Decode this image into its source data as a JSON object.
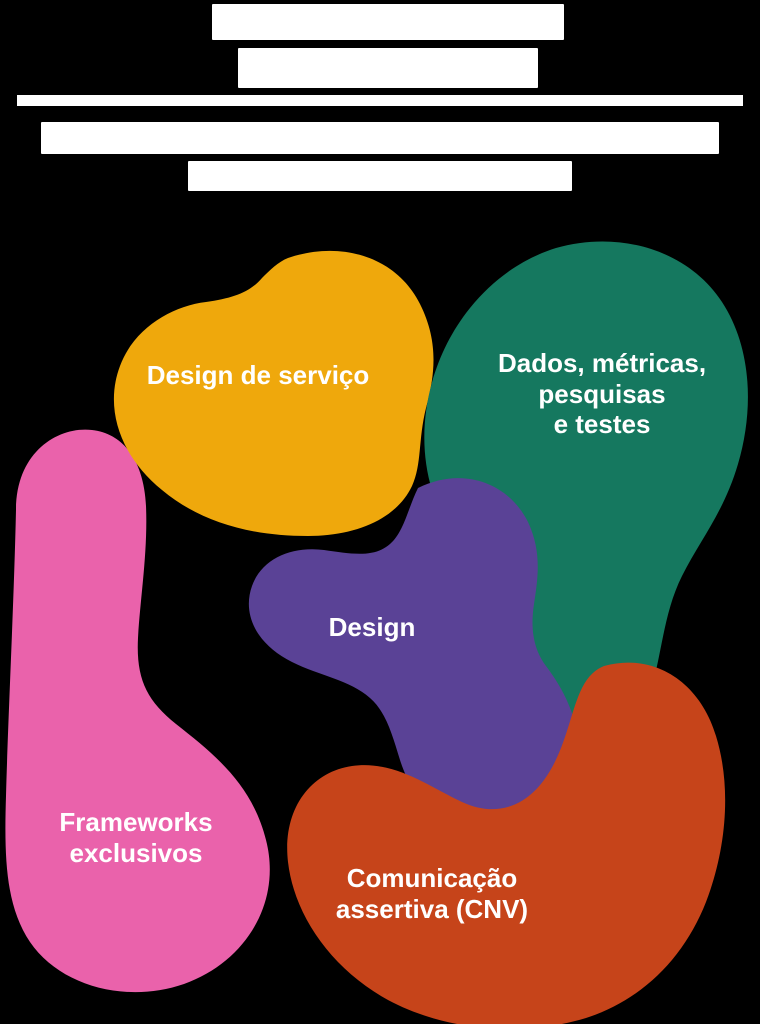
{
  "background_color": "#000000",
  "header": {
    "title_lines": [
      "[texto ocultado]",
      "[texto ocultado]"
    ],
    "subtitle_lines": [
      "[texto ocultado]",
      "[texto ocultado]"
    ],
    "divider_color": "#ffffff",
    "redaction_color": "#ffffff",
    "state": "obscured"
  },
  "diagram": {
    "type": "organic-blob-cluster",
    "count": 5,
    "label_color": "#ffffff",
    "blobs": [
      {
        "id": "design-de-servico",
        "label": "Design de serviço",
        "color": "#EFA80C",
        "position": "top-left"
      },
      {
        "id": "dados-metricas",
        "label": "Dados, métricas,\npesquisas\ne testes",
        "color": "#15785F",
        "position": "top-right"
      },
      {
        "id": "design",
        "label": "Design",
        "color": "#5A4296",
        "position": "center"
      },
      {
        "id": "frameworks-exclusivos",
        "label": "Frameworks\nexclusivos",
        "color": "#EA62AB",
        "position": "left"
      },
      {
        "id": "comunicacao-assertiva",
        "label": "Comunicação\nassertiva (CNV)",
        "color": "#C6441A",
        "position": "bottom-right"
      }
    ]
  }
}
